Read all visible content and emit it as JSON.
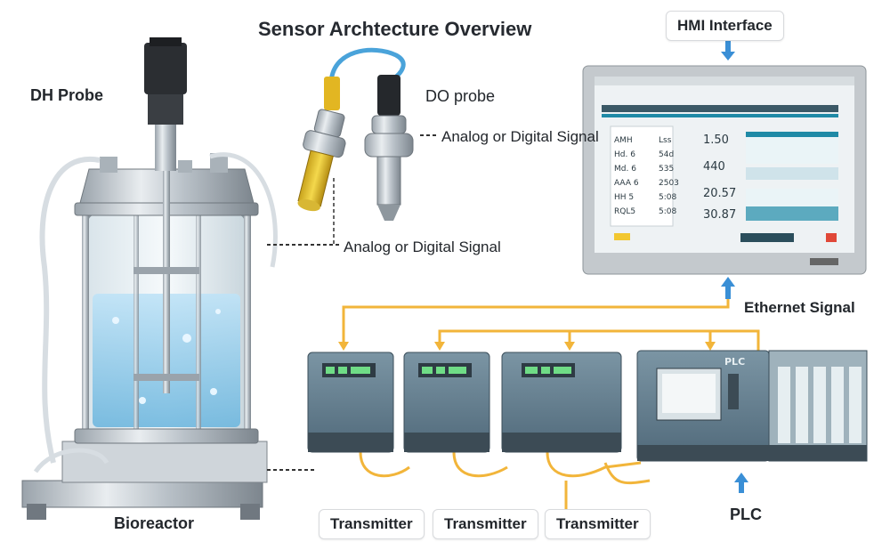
{
  "title": "Sensor Archtecture Overview",
  "labels": {
    "dh_probe": "DH Probe",
    "do_probe": "DO probe",
    "signal_top": "Analog or Digital Signal",
    "signal_mid": "Analog or Digital Signal",
    "hmi": "HMI Interface",
    "ethernet": "Ethernet Signal",
    "bioreactor": "Bioreactor",
    "plc": "PLC"
  },
  "transmitters": [
    {
      "label": "Transmitter"
    },
    {
      "label": "Transmitter"
    },
    {
      "label": "Transmitter"
    }
  ],
  "hmi_screen": {
    "values": [
      "1.50",
      "440",
      "20.57",
      "30.87"
    ],
    "row_codes": [
      "AMH",
      "Hd. 6",
      "Md. 6",
      "AAA 6",
      "HH 5",
      "RQL5"
    ],
    "row_values": [
      "Lss",
      "54d",
      "535",
      "2503",
      "5:08",
      "5:08"
    ],
    "plc_badge": "PLC"
  },
  "colors": {
    "signal_wire": "#f2b53a",
    "arrow": "#3a8fd6",
    "housing": "#5f7b8c",
    "screen_accent": "#1f8aa6"
  }
}
